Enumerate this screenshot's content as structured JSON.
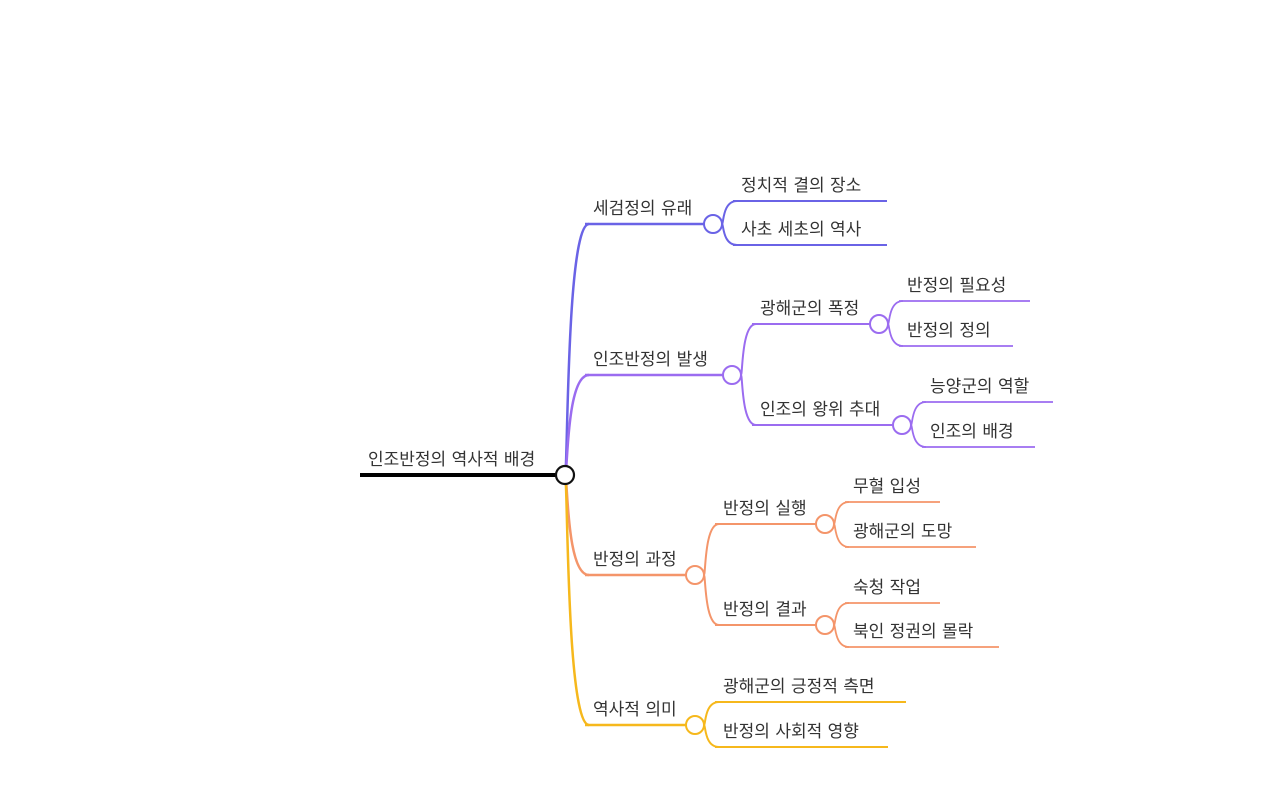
{
  "mindmap": {
    "root": {
      "label": "인조반정의 역사적 배경",
      "color": "#000000",
      "children": [
        {
          "label": "세검정의 유래",
          "color": "#6a63e6",
          "children": [
            {
              "label": "정치적 결의 장소"
            },
            {
              "label": "사초 세초의 역사"
            }
          ]
        },
        {
          "label": "인조반정의 발생",
          "color": "#9b6cf0",
          "children": [
            {
              "label": "광해군의 폭정",
              "children": [
                {
                  "label": "반정의 필요성"
                },
                {
                  "label": "반정의 정의"
                }
              ]
            },
            {
              "label": "인조의 왕위 추대",
              "children": [
                {
                  "label": "능양군의 역할"
                },
                {
                  "label": "인조의 배경"
                }
              ]
            }
          ]
        },
        {
          "label": "반정의 과정",
          "color": "#f4956a",
          "children": [
            {
              "label": "반정의 실행",
              "children": [
                {
                  "label": "무혈 입성"
                },
                {
                  "label": "광해군의 도망"
                }
              ]
            },
            {
              "label": "반정의 결과",
              "children": [
                {
                  "label": "숙청 작업"
                },
                {
                  "label": "북인 정권의 몰락"
                }
              ]
            }
          ]
        },
        {
          "label": "역사적 의미",
          "color": "#f6b81c",
          "children": [
            {
              "label": "광해군의 긍정적 측면"
            },
            {
              "label": "반정의 사회적 영향"
            }
          ]
        }
      ]
    }
  }
}
